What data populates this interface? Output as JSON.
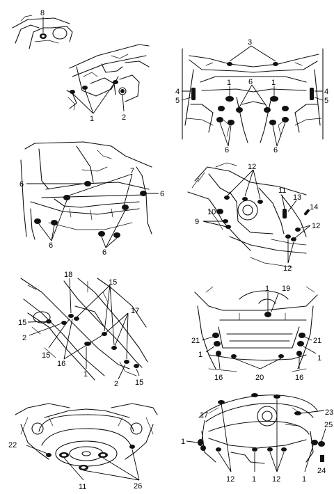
{
  "figure": {
    "panels": [
      {
        "id": "top-left",
        "callouts": [
          "8",
          "1",
          "2"
        ]
      },
      {
        "id": "top-right",
        "callouts": [
          "3",
          "4",
          "5",
          "1",
          "6",
          "1",
          "4",
          "5",
          "6",
          "6"
        ]
      },
      {
        "id": "middle-left",
        "callouts": [
          "7",
          "6",
          "6",
          "6",
          "6"
        ]
      },
      {
        "id": "middle-right",
        "callouts": [
          "12",
          "11",
          "13",
          "14",
          "10",
          "9",
          "12",
          "12"
        ]
      },
      {
        "id": "lower-left",
        "callouts": [
          "18",
          "15",
          "17",
          "15",
          "2",
          "15",
          "16",
          "1",
          "2",
          "15"
        ]
      },
      {
        "id": "lower-right",
        "callouts": [
          "1",
          "19",
          "21",
          "21",
          "1",
          "1",
          "16",
          "20",
          "16"
        ]
      },
      {
        "id": "bottom-left",
        "callouts": [
          "22",
          "11",
          "26"
        ]
      },
      {
        "id": "bottom-right",
        "callouts": [
          "17",
          "23",
          "25",
          "1",
          "12",
          "1",
          "12",
          "1",
          "24"
        ]
      }
    ]
  },
  "callouts": {
    "c1_8": "8",
    "c1_1": "1",
    "c1_2": "2",
    "c2_3": "3",
    "c2_4a": "4",
    "c2_5a": "5",
    "c2_1a": "1",
    "c2_6t": "6",
    "c2_1b": "1",
    "c2_4b": "4",
    "c2_5b": "5",
    "c2_6a": "6",
    "c2_6b": "6",
    "c3_7": "7",
    "c3_6a": "6",
    "c3_6b": "6",
    "c3_6c": "6",
    "c3_6d": "6",
    "c4_12a": "12",
    "c4_11": "11",
    "c4_13": "13",
    "c4_14": "14",
    "c4_10": "10",
    "c4_9": "9",
    "c4_12b": "12",
    "c4_12c": "12",
    "c5_18": "18",
    "c5_15a": "15",
    "c5_17": "17",
    "c5_15b": "15",
    "c5_2a": "2",
    "c5_15c": "15",
    "c5_16": "16",
    "c5_1": "1",
    "c5_2b": "2",
    "c5_15d": "15",
    "c6_1a": "1",
    "c6_19": "19",
    "c6_21a": "21",
    "c6_21b": "21",
    "c6_1b": "1",
    "c6_1c": "1",
    "c6_16a": "16",
    "c6_20": "20",
    "c6_16b": "16",
    "c7_22": "22",
    "c7_11": "11",
    "c7_26": "26",
    "c8_17": "17",
    "c8_23": "23",
    "c8_25": "25",
    "c8_1a": "1",
    "c8_12a": "12",
    "c8_1b": "1",
    "c8_12b": "12",
    "c8_1c": "1",
    "c8_24": "24"
  }
}
